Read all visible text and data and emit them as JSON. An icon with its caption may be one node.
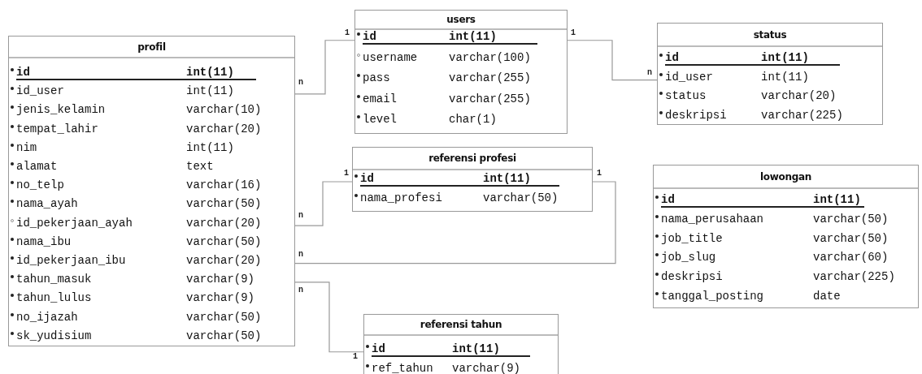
{
  "diagram": {
    "nodes": [
      {
        "text": [
          "profil",
          "id",
          "int(11)",
          "id_user",
          "int(11)",
          "jenis_kelamin",
          "varchar(10)",
          "tempat_lahir",
          "varchar(20)",
          "nim",
          "int(11)",
          "alamat",
          "text",
          "no_telp",
          "varchar(16)",
          "nama_ayah",
          "varchar(50)",
          "id_pekerjaan_ayah",
          "varchar(20)",
          "nama_ibu",
          "varchar(50)",
          "id_pekerjaan_ibu",
          "varchar(20)",
          "tahun_masuk",
          "varchar(9)",
          "tahun_lulus",
          "varchar(9)",
          "no_ijazah",
          "varchar(50)",
          "sk_yudisium",
          "varchar(50)"
        ]
      },
      {
        "text": [
          "users",
          "id",
          "int(11)",
          "username",
          "varchar(100)",
          "pass",
          "varchar(255)",
          "email",
          "varchar(255)",
          "level",
          "char(1)"
        ]
      },
      {
        "text": [
          "status",
          "id",
          "int(11)",
          "id_user",
          "int(11)",
          "status",
          "varchar(20)",
          "deskripsi",
          "varchar(225)"
        ]
      },
      {
        "text": [
          "referensi profesi",
          "id",
          "int(11)",
          "nama_profesi",
          "varchar(50)"
        ]
      },
      {
        "text": [
          "lowongan",
          "id",
          "int(11)",
          "nama_perusahaan",
          "varchar(50)",
          "job_title",
          "varchar(50)",
          "job_slug",
          "varchar(60)",
          "deskripsi",
          "varchar(225)",
          "tanggal_posting",
          "date"
        ]
      },
      {
        "text": [
          "referensi tahun",
          "id",
          "int(11)",
          "ref_tahun",
          "varchar(9)"
        ]
      }
    ],
    "edges": [
      {
        "from": 0,
        "to": 1,
        "arrow": "none"
      },
      {
        "from": 1,
        "to": 2,
        "arrow": "none"
      },
      {
        "from": 0,
        "to": 3,
        "arrow": "none"
      },
      {
        "from": 0,
        "to": 3,
        "arrow": "none"
      },
      {
        "from": 0,
        "to": 5,
        "arrow": "none"
      }
    ],
    "labels": [
      "1",
      "n",
      "1",
      "n",
      "1",
      "1",
      "n",
      "n",
      "n",
      "1"
    ]
  }
}
